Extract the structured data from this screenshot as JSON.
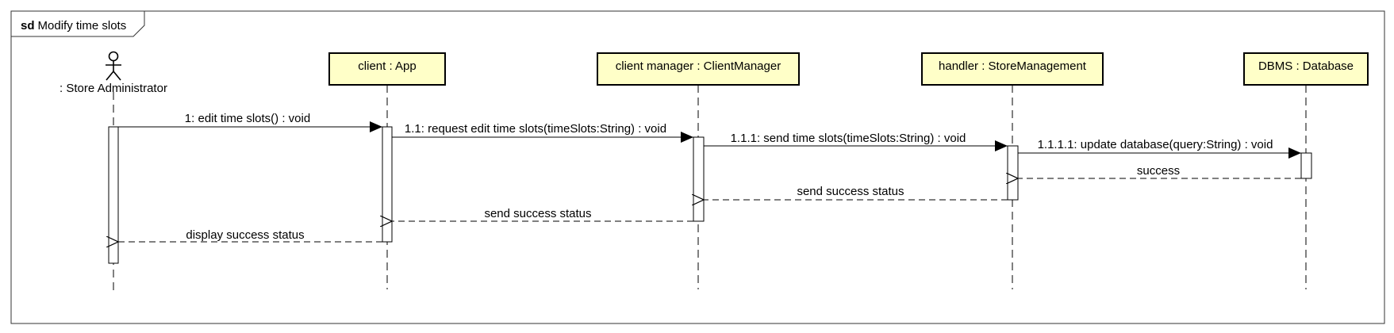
{
  "frame": {
    "keyword": "sd",
    "name": "Modify time slots"
  },
  "actor": {
    "label": ": Store Administrator"
  },
  "lifelines": [
    {
      "id": "app",
      "label": "client : App"
    },
    {
      "id": "cm",
      "label": "client manager : ClientManager"
    },
    {
      "id": "sm",
      "label": "handler : StoreManagement"
    },
    {
      "id": "db",
      "label": "DBMS : Database"
    }
  ],
  "messages": [
    {
      "id": "m1",
      "label": "1: edit time slots() : void",
      "kind": "sync"
    },
    {
      "id": "m2",
      "label": "1.1: request edit time slots(timeSlots:String) : void",
      "kind": "sync"
    },
    {
      "id": "m3",
      "label": "1.1.1: send time slots(timeSlots:String) : void",
      "kind": "sync"
    },
    {
      "id": "m4",
      "label": "1.1.1.1: update database(query:String) : void",
      "kind": "sync"
    },
    {
      "id": "r1",
      "label": "success",
      "kind": "return"
    },
    {
      "id": "r2",
      "label": "send success status",
      "kind": "return"
    },
    {
      "id": "r3",
      "label": "send success status",
      "kind": "return"
    },
    {
      "id": "r4",
      "label": "display success status",
      "kind": "return"
    }
  ],
  "colors": {
    "lifeline_fill": "#ffffc8",
    "stroke": "#000000",
    "background": "#ffffff"
  }
}
